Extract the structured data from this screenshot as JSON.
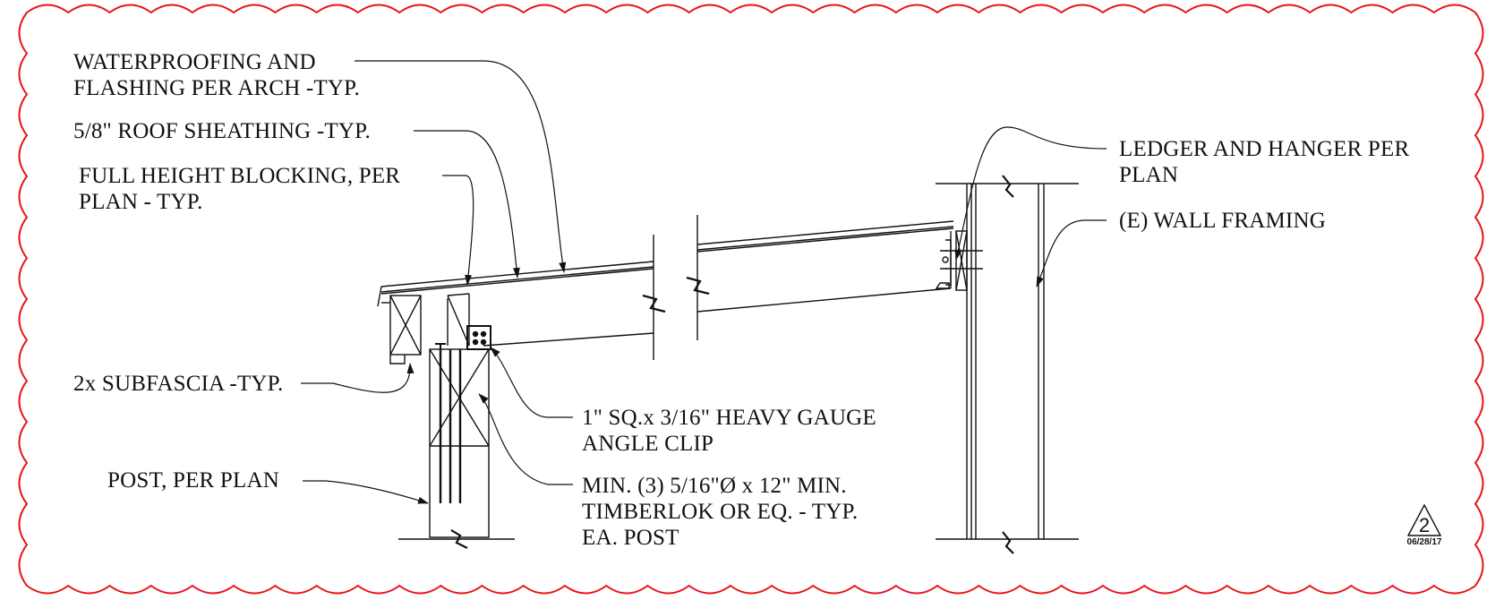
{
  "callouts": {
    "waterproofing": "WATERPROOFING AND\nFLASHING PER ARCH -TYP.",
    "sheathing": "5/8\" ROOF SHEATHING -TYP.",
    "blocking": "FULL HEIGHT BLOCKING, PER\nPLAN - TYP.",
    "subfascia": "2x SUBFASCIA -TYP.",
    "post": "POST, PER PLAN",
    "angle_clip": "1\" SQ.x 3/16\" HEAVY GAUGE\nANGLE CLIP",
    "timberlok": "MIN. (3) 5/16\"Ø x 12\" MIN.\nTIMBERLOK OR EQ. - TYP.\nEA. POST",
    "ledger": "LEDGER AND HANGER PER\nPLAN",
    "wall_framing": "(E) WALL FRAMING"
  },
  "revision": {
    "number": "2",
    "date": "06/28/17"
  },
  "colors": {
    "cloud": "#e8141b",
    "linework": "#111111"
  }
}
